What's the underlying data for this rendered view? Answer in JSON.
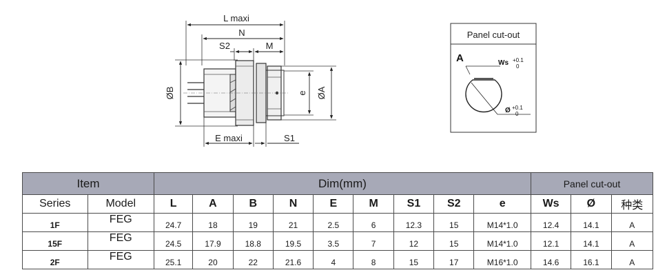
{
  "drawing": {
    "labels": {
      "l_maxi": "L maxi",
      "n": "N",
      "s2": "S2",
      "m": "M",
      "dia_b": "ØB",
      "dia_a": "ØA",
      "e": "e",
      "e_maxi": "E maxi",
      "s1": "S1"
    }
  },
  "cutout": {
    "title": "Panel cut-out",
    "type_label": "A",
    "ws_label": "Ws",
    "ws_tol_upper": "+0.1",
    "ws_tol_lower": "0",
    "dia_label": "Ø",
    "dia_tol_upper": "+0.1",
    "dia_tol_lower": "0"
  },
  "table": {
    "group_item": "Item",
    "group_dim": "Dim(mm)",
    "group_cutout": "Panel cut-out",
    "col_series": "Series",
    "col_model": "Model",
    "dim_columns": [
      "L",
      "A",
      "B",
      "N",
      "E",
      "M",
      "S1",
      "S2",
      "e"
    ],
    "cutout_columns": [
      "Ws",
      "Ø",
      "种类"
    ],
    "rows": [
      {
        "series": "1F",
        "model": "FEG",
        "values": [
          "24.7",
          "18",
          "19",
          "21",
          "2.5",
          "6",
          "12.3",
          "15",
          "M14*1.0",
          "12.4",
          "14.1",
          "A"
        ]
      },
      {
        "series": "15F",
        "model": "FEG",
        "values": [
          "24.5",
          "17.9",
          "18.8",
          "19.5",
          "3.5",
          "7",
          "12",
          "15",
          "M14*1.0",
          "12.1",
          "14.1",
          "A"
        ]
      },
      {
        "series": "2F",
        "model": "FEG",
        "values": [
          "25.1",
          "20",
          "22",
          "21.6",
          "4",
          "8",
          "15",
          "17",
          "M16*1.0",
          "14.6",
          "16.1",
          "A"
        ]
      }
    ]
  }
}
